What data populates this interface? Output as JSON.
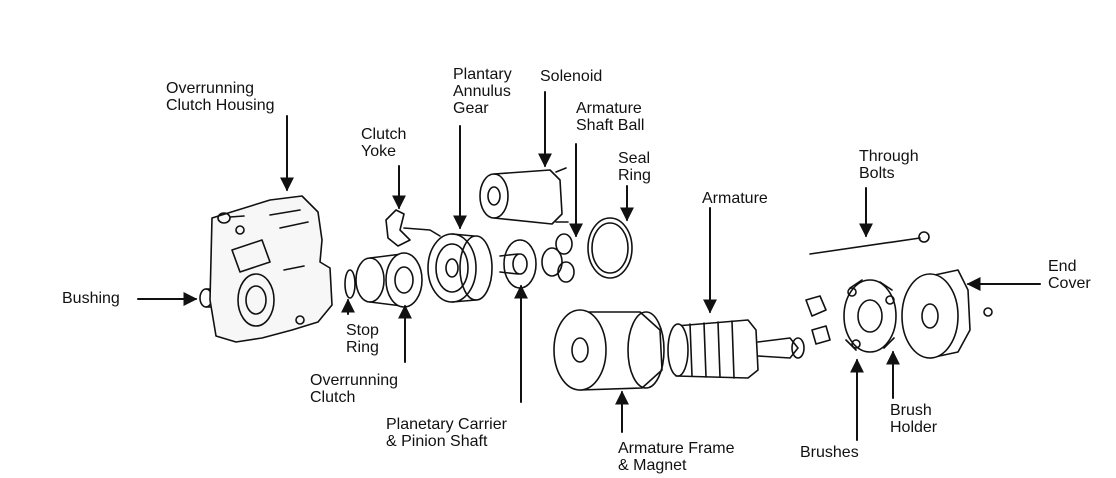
{
  "labels": {
    "overrunning_clutch_housing": [
      "Overrunning",
      "Clutch Housing"
    ],
    "planetary_annulus_gear": [
      "Plantary",
      "Annulus",
      "Gear"
    ],
    "solenoid": [
      "Solenoid"
    ],
    "armature_shaft_ball": [
      "Armature",
      "Shaft Ball"
    ],
    "clutch_yoke": [
      "Clutch",
      "Yoke"
    ],
    "seal_ring": [
      "Seal",
      "Ring"
    ],
    "through_bolts": [
      "Through",
      "Bolts"
    ],
    "armature": [
      "Armature"
    ],
    "end_cover": [
      "End",
      "Cover"
    ],
    "bushing": [
      "Bushing"
    ],
    "stop_ring": [
      "Stop",
      "Ring"
    ],
    "overrunning_clutch": [
      "Overrunning",
      "Clutch"
    ],
    "planetary_carrier_pinion_shaft": [
      "Planetary Carrier",
      "& Pinion Shaft"
    ],
    "armature_frame_magnet": [
      "Armature Frame",
      "& Magnet"
    ],
    "brushes": [
      "Brushes"
    ],
    "brush_holder": [
      "Brush",
      "Holder"
    ]
  }
}
